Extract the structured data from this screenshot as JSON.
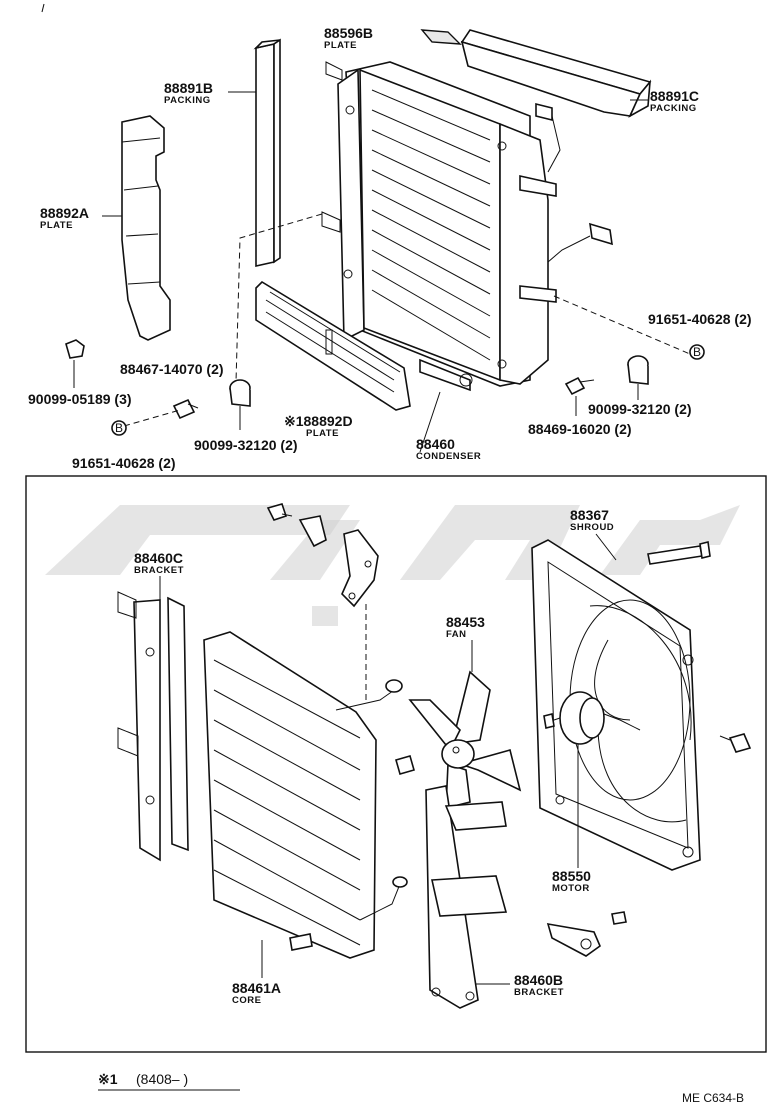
{
  "top_section": {
    "parts": [
      {
        "id": "p1",
        "number": "88596B",
        "name": "PLATE"
      },
      {
        "id": "p2",
        "number": "88891C",
        "name": "PACKING"
      },
      {
        "id": "p3",
        "number": "88891B",
        "name": "PACKING"
      },
      {
        "id": "p4",
        "number": "88892A",
        "name": "PLATE"
      },
      {
        "id": "p5",
        "number": "91651-40628 (2)",
        "name": ""
      },
      {
        "id": "p6",
        "number": "88467-14070 (2)",
        "name": ""
      },
      {
        "id": "p7",
        "number": "90099-05189 (3)",
        "name": ""
      },
      {
        "id": "p8",
        "number": "90099-32120 (2)",
        "name": ""
      },
      {
        "id": "p9",
        "number": "90099-32120 (2)",
        "name": ""
      },
      {
        "id": "p10",
        "number": "※188892D",
        "name": "PLATE"
      },
      {
        "id": "p11",
        "number": "88460",
        "name": "CONDENSER"
      },
      {
        "id": "p12",
        "number": "88469-16020 (2)",
        "name": ""
      },
      {
        "id": "p13",
        "number": "91651-40628 (2)",
        "name": ""
      }
    ],
    "markers": [
      "B",
      "B"
    ]
  },
  "bottom_section": {
    "parts": [
      {
        "id": "q1",
        "number": "88367",
        "name": "SHROUD"
      },
      {
        "id": "q2",
        "number": "88460C",
        "name": "BRACKET"
      },
      {
        "id": "q3",
        "number": "88453",
        "name": "FAN"
      },
      {
        "id": "q4",
        "number": "88550",
        "name": "MOTOR"
      },
      {
        "id": "q5",
        "number": "88461A",
        "name": "CORE"
      },
      {
        "id": "q6",
        "number": "88460B",
        "name": "BRACKET"
      }
    ]
  },
  "footnote": {
    "mark": "※1",
    "text": "(8408–       )"
  },
  "diagram_code": "ME C634-B"
}
